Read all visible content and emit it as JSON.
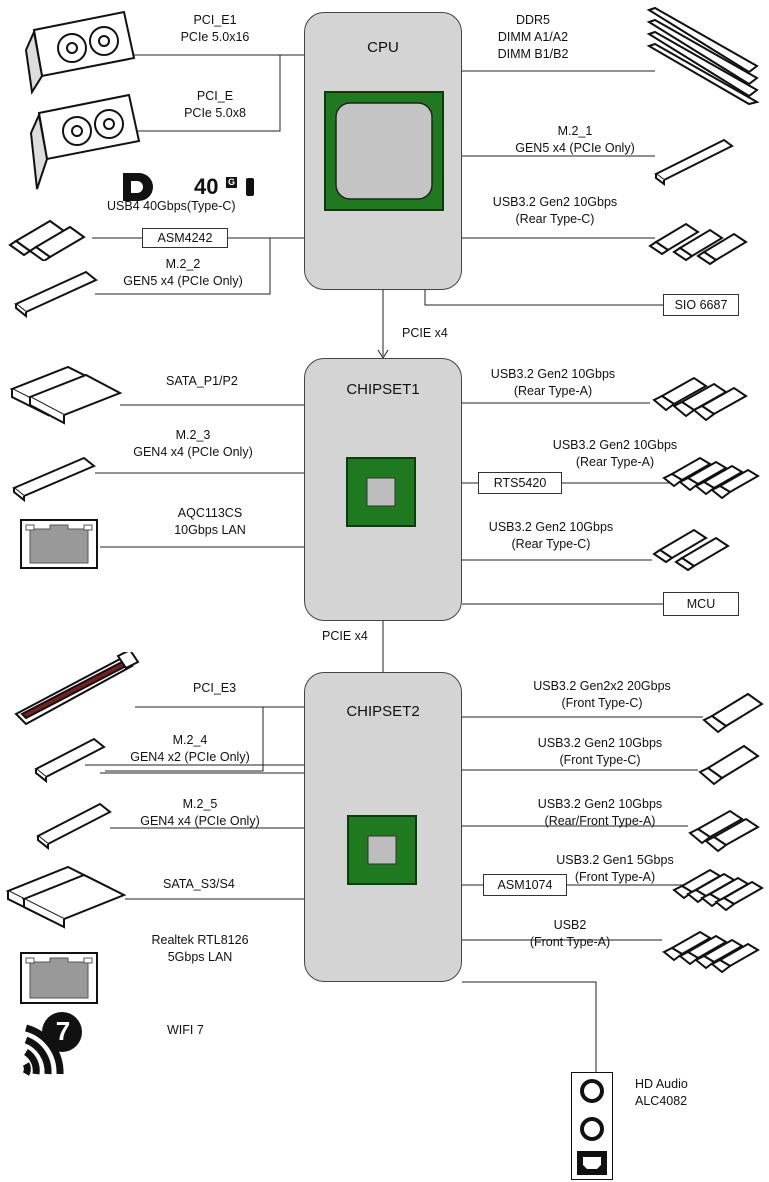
{
  "hubs": {
    "cpu": "CPU",
    "chipset1": "CHIPSET1",
    "chipset2": "CHIPSET2"
  },
  "links": {
    "cpu_chipset1": "PCIE x4",
    "chipset1_chipset2": "PCIE x4"
  },
  "cpu_left": {
    "pci_e1": [
      "PCI_E1",
      "PCIe 5.0x16"
    ],
    "pci_e": [
      "PCI_E",
      "PCIe 5.0x8"
    ],
    "usb4": "USB4 40Gbps(Type-C)",
    "usb4_badge": "40",
    "usb4_badge_sup": "G",
    "asm4242": "ASM4242",
    "m2_2": [
      "M.2_2",
      "GEN5 x4 (PCIe Only)"
    ]
  },
  "cpu_right": {
    "ddr5": [
      "DDR5",
      "DIMM A1/A2",
      "DIMM B1/B2"
    ],
    "m2_1": [
      "M.2_1",
      "GEN5 x4 (PCIe Only)"
    ],
    "usb_rear_c": [
      "USB3.2 Gen2 10Gbps",
      "(Rear Type-C)"
    ],
    "sio": "SIO 6687"
  },
  "chipset1_left": {
    "sata": "SATA_P1/P2",
    "m2_3": [
      "M.2_3",
      "GEN4 x4 (PCIe Only)"
    ],
    "lan": [
      "AQC113CS",
      "10Gbps LAN"
    ]
  },
  "chipset1_right": {
    "usb_a1": [
      "USB3.2 Gen2 10Gbps",
      "(Rear Type-A)"
    ],
    "usb_a2": [
      "USB3.2 Gen2 10Gbps",
      "(Rear Type-A)"
    ],
    "rts": "RTS5420",
    "usb_c": [
      "USB3.2 Gen2 10Gbps",
      "(Rear Type-C)"
    ],
    "mcu": "MCU"
  },
  "chipset2_left": {
    "pci_e3": "PCI_E3",
    "m2_4": [
      "M.2_4",
      "GEN4 x2 (PCIe Only)"
    ],
    "m2_5": [
      "M.2_5",
      "GEN4 x4 (PCIe Only)"
    ],
    "sata": "SATA_S3/S4",
    "lan": [
      "Realtek RTL8126",
      "5Gbps LAN"
    ],
    "wifi": "WIFI 7",
    "wifi_badge": "7"
  },
  "chipset2_right": {
    "usb_20g": [
      "USB3.2 Gen2x2 20Gbps",
      "(Front Type-C)"
    ],
    "usb_10g_c": [
      "USB3.2 Gen2 10Gbps",
      "(Front Type-C)"
    ],
    "usb_10g_a": [
      "USB3.2 Gen2 10Gbps",
      "(Rear/Front Type-A)"
    ],
    "usb_5g": [
      "USB3.2 Gen1 5Gbps",
      "(Front Type-A)"
    ],
    "asm1074": "ASM1074",
    "usb2": [
      "USB2",
      "(Front Type-A)"
    ],
    "audio": [
      "HD Audio",
      "ALC4082"
    ]
  },
  "colors": {
    "hub_fill": "#d4d4d4",
    "chip_green": "#1f7a1f",
    "chip_dark": "#0d3d0d",
    "chip_core": "#bdbdbd"
  }
}
